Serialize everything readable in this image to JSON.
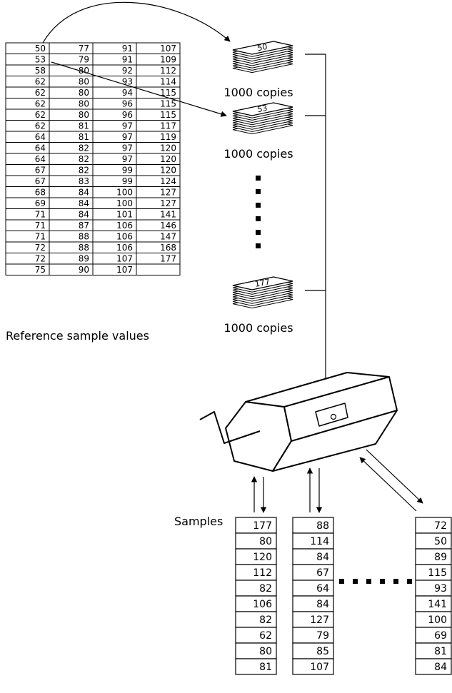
{
  "reference_table": {
    "caption": "Reference sample values",
    "rows": [
      [
        "50",
        "77",
        "91",
        "107"
      ],
      [
        "53",
        "79",
        "91",
        "109"
      ],
      [
        "58",
        "80",
        "92",
        "112"
      ],
      [
        "62",
        "80",
        "93",
        "114"
      ],
      [
        "62",
        "80",
        "94",
        "115"
      ],
      [
        "62",
        "80",
        "96",
        "115"
      ],
      [
        "62",
        "80",
        "96",
        "115"
      ],
      [
        "62",
        "81",
        "97",
        "117"
      ],
      [
        "64",
        "81",
        "97",
        "119"
      ],
      [
        "64",
        "82",
        "97",
        "120"
      ],
      [
        "64",
        "82",
        "97",
        "120"
      ],
      [
        "67",
        "82",
        "99",
        "120"
      ],
      [
        "67",
        "83",
        "99",
        "124"
      ],
      [
        "68",
        "84",
        "100",
        "127"
      ],
      [
        "69",
        "84",
        "100",
        "127"
      ],
      [
        "71",
        "84",
        "101",
        "141"
      ],
      [
        "71",
        "87",
        "106",
        "146"
      ],
      [
        "71",
        "88",
        "106",
        "147"
      ],
      [
        "72",
        "88",
        "106",
        "168"
      ],
      [
        "72",
        "89",
        "107",
        "177"
      ],
      [
        "75",
        "90",
        "107",
        ""
      ]
    ]
  },
  "copy_stacks": [
    {
      "value": "50",
      "label": "1000 copies"
    },
    {
      "value": "53",
      "label": "1000 copies"
    },
    {
      "value": "177",
      "label": "1000 copies"
    }
  ],
  "samples_label": "Samples",
  "sample_columns": [
    [
      "177",
      "80",
      "120",
      "112",
      "82",
      "106",
      "82",
      "62",
      "80",
      "81"
    ],
    [
      "88",
      "114",
      "84",
      "67",
      "64",
      "84",
      "127",
      "79",
      "85",
      "107"
    ],
    [
      "72",
      "50",
      "89",
      "115",
      "93",
      "141",
      "100",
      "69",
      "81",
      "84"
    ]
  ]
}
